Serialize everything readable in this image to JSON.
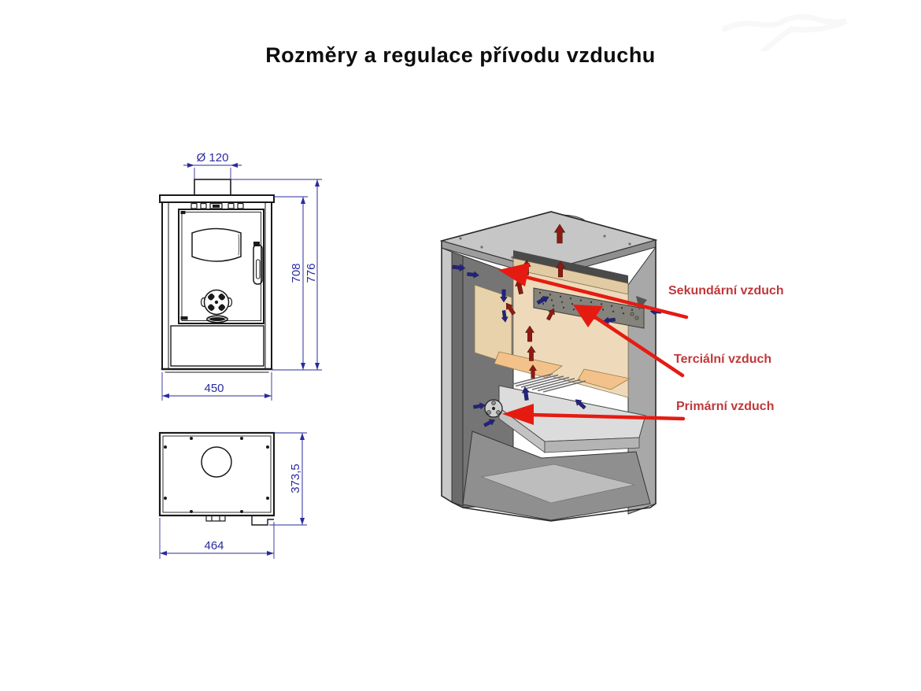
{
  "page": {
    "title": "Rozměry a regulace přívodu vzduchu",
    "background": "#ffffff"
  },
  "front_view": {
    "dimensions": {
      "flue_diameter": "Ø 120",
      "height_to_top_plate": "708",
      "height_total": "776",
      "width": "450"
    }
  },
  "top_view": {
    "dimensions": {
      "depth": "373,5",
      "width_overall": "464"
    }
  },
  "cutaway": {
    "labels": [
      {
        "id": "secondary",
        "text": "Sekundární vzduch"
      },
      {
        "id": "tertiary",
        "text": "Terciální vzduch"
      },
      {
        "id": "primary",
        "text": "Primární vzduch"
      }
    ]
  },
  "colors": {
    "dimension_blue": "#2b2b9e",
    "drawing_line_black": "#1a1a1a",
    "label_red": "#c0383a",
    "big_arrow_red": "#e51b12",
    "hot_air_dark_red": "#8e1a12",
    "intake_air_navy": "#23237e"
  }
}
